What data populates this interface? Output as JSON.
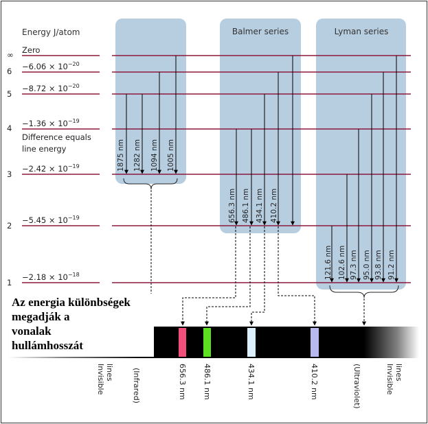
{
  "energy_axis_title": "Energy J/atom",
  "levels": [
    {
      "n": "∞",
      "label": "Zero",
      "base": "",
      "exp": ""
    },
    {
      "n": "6",
      "label": "",
      "base": "−6.06 × 10",
      "exp": "−20"
    },
    {
      "n": "5",
      "label": "",
      "base": "−8.72 × 10",
      "exp": "−20"
    },
    {
      "n": "4",
      "label": "",
      "base": "−1.36 × 10",
      "exp": "−19"
    },
    {
      "n": "3",
      "label": "",
      "base": "−2.42 × 10",
      "exp": "−19"
    },
    {
      "n": "2",
      "label": "",
      "base": "−5.45 × 10",
      "exp": "−19"
    },
    {
      "n": "1",
      "label": "",
      "base": "−2.18 × 10",
      "exp": "−18"
    }
  ],
  "note_line1": "Difference equals",
  "note_line2": "line energy",
  "series": {
    "paschen": {
      "title": "",
      "wavelengths": [
        "1875 nm",
        "1282 nm",
        "1094 nm",
        "1005 nm"
      ]
    },
    "balmer": {
      "title": "Balmer series",
      "wavelengths": [
        "656.3 nm",
        "486.1 nm",
        "434.1 nm",
        "410.2 nm"
      ]
    },
    "lyman": {
      "title": "Lyman series",
      "wavelengths": [
        "121.6 nm",
        "102.6 nm",
        "97.3 nm",
        "95.0 nm",
        "93.8 nm",
        "91.2 nm"
      ]
    }
  },
  "spectrum_labels": {
    "invisible_left": [
      "Invisible",
      "lines"
    ],
    "infrared": "(Infrared)",
    "l656": "656.3 nm",
    "l486": "486.1 nm",
    "l434": "434.1 nm",
    "l410": "410.2 nm",
    "ultraviolet": "(Ultraviolet)",
    "invisible_right": [
      "Invisible",
      "lines"
    ]
  },
  "hungarian_caption": [
    "Az energia különbségek",
    "megadják a",
    "vonalak",
    "hullámhosszát"
  ],
  "colors": {
    "level_line": "#8b1a3a",
    "panel": "#b7cde0",
    "line_656": "#f0507a",
    "line_486": "#5de020",
    "line_434": "#dceffa",
    "line_410": "#b8b8ee"
  }
}
